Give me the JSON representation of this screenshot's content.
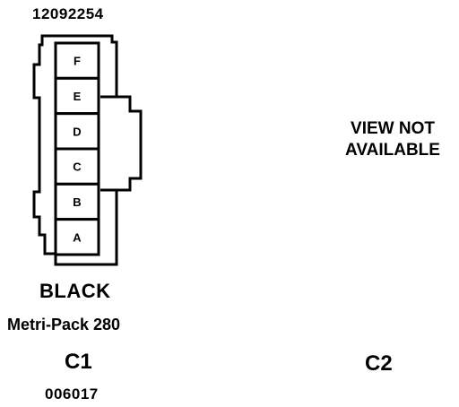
{
  "c1": {
    "part_number": "12092254",
    "cavities": [
      "F",
      "E",
      "D",
      "C",
      "B",
      "A"
    ],
    "color": "BLACK",
    "series": "Metri-Pack 280",
    "label": "C1",
    "code": "006017"
  },
  "c2": {
    "note": "VIEW NOT AVAILABLE",
    "label": "C2"
  }
}
